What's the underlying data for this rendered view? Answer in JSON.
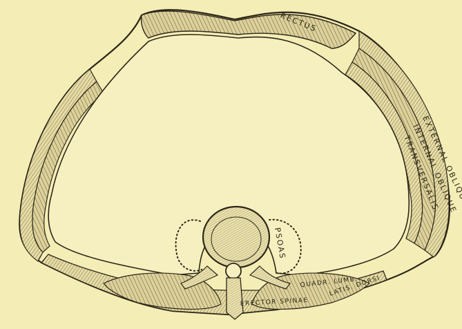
{
  "figure": {
    "background": "#f4edb6",
    "ink": "#2c2618",
    "labels": {
      "rectus": "RECTUS",
      "external_oblique": "EXTERNAL OBLIQUE",
      "internal_oblique": "INTERNAL OBLIQUE",
      "transversalis": "TRANSVERSALIS",
      "psoas": "PSOAS",
      "quadratus_lumborum": "QUADR. LUMB.",
      "erector_spinae": "ERECTOR SPINAE",
      "latissimus_dorsi": "LATIS. DORSI"
    }
  }
}
